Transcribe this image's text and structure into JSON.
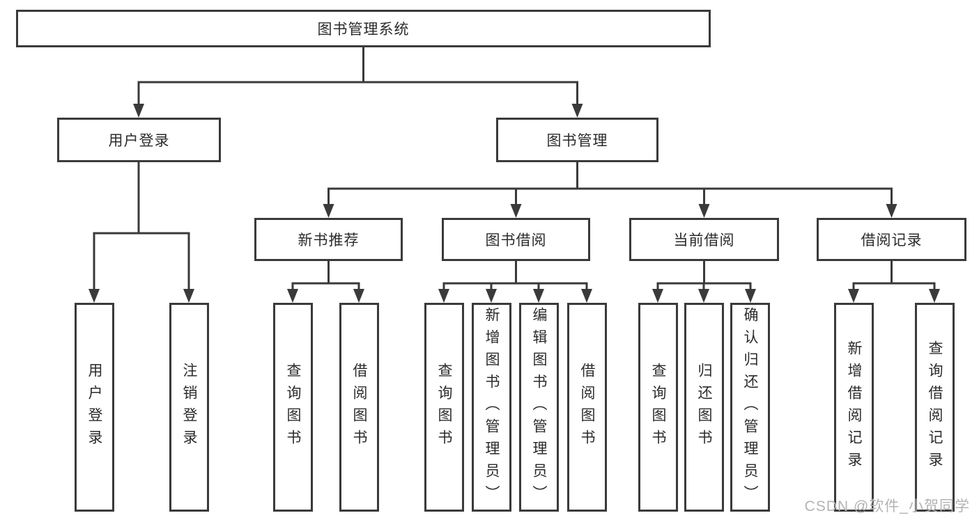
{
  "diagram": {
    "root": {
      "label": "图书管理系统"
    },
    "level2": [
      {
        "label": "用户登录"
      },
      {
        "label": "图书管理"
      }
    ],
    "level3": [
      {
        "label": "新书推荐"
      },
      {
        "label": "图书借阅"
      },
      {
        "label": "当前借阅"
      },
      {
        "label": "借阅记录"
      }
    ],
    "leaves": [
      {
        "label": "用户登录"
      },
      {
        "label": "注销登录"
      },
      {
        "label": "查询图书"
      },
      {
        "label": "借阅图书"
      },
      {
        "label": "查询图书"
      },
      {
        "label": "新增图书（管理员）"
      },
      {
        "label": "编辑图书（管理员）"
      },
      {
        "label": "借阅图书"
      },
      {
        "label": "查询图书"
      },
      {
        "label": "归还图书"
      },
      {
        "label": "确认归还（管理员）"
      },
      {
        "label": "新增借阅记录"
      },
      {
        "label": "查询借阅记录"
      }
    ],
    "colors": {
      "line": "#3a3a3a",
      "text": "#2b2b2b",
      "background": "#ffffff",
      "watermark": "#b3b3b3"
    }
  },
  "watermark": {
    "text": "CSDN @软件_小贺同学"
  }
}
